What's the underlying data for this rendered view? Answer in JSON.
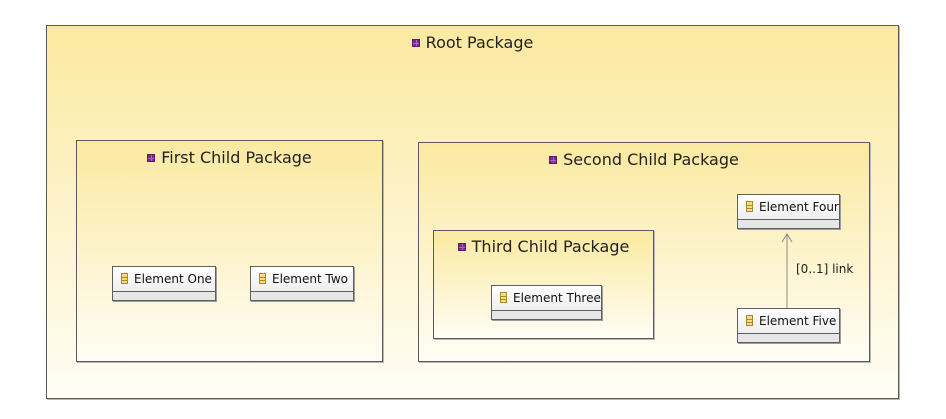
{
  "root_package": {
    "name": "Root Package"
  },
  "first_child_package": {
    "name": "First Child Package",
    "elements": [
      {
        "name": "Element One"
      },
      {
        "name": "Element Two"
      }
    ]
  },
  "second_child_package": {
    "name": "Second Child Package",
    "third_child_package": {
      "name": "Third Child Package",
      "elements": [
        {
          "name": "Element Three"
        }
      ]
    },
    "elements": [
      {
        "name": "Element Four"
      },
      {
        "name": "Element Five"
      }
    ]
  },
  "association": {
    "label": "[0..1] link",
    "from": "Element Five",
    "to": "Element Four"
  },
  "icons": {
    "package": "package-icon",
    "class": "class-icon"
  },
  "colors": {
    "package_fill": "#fdf4cf",
    "package_border": "#5a5a5a",
    "element_fill": "#f2f2f2"
  }
}
